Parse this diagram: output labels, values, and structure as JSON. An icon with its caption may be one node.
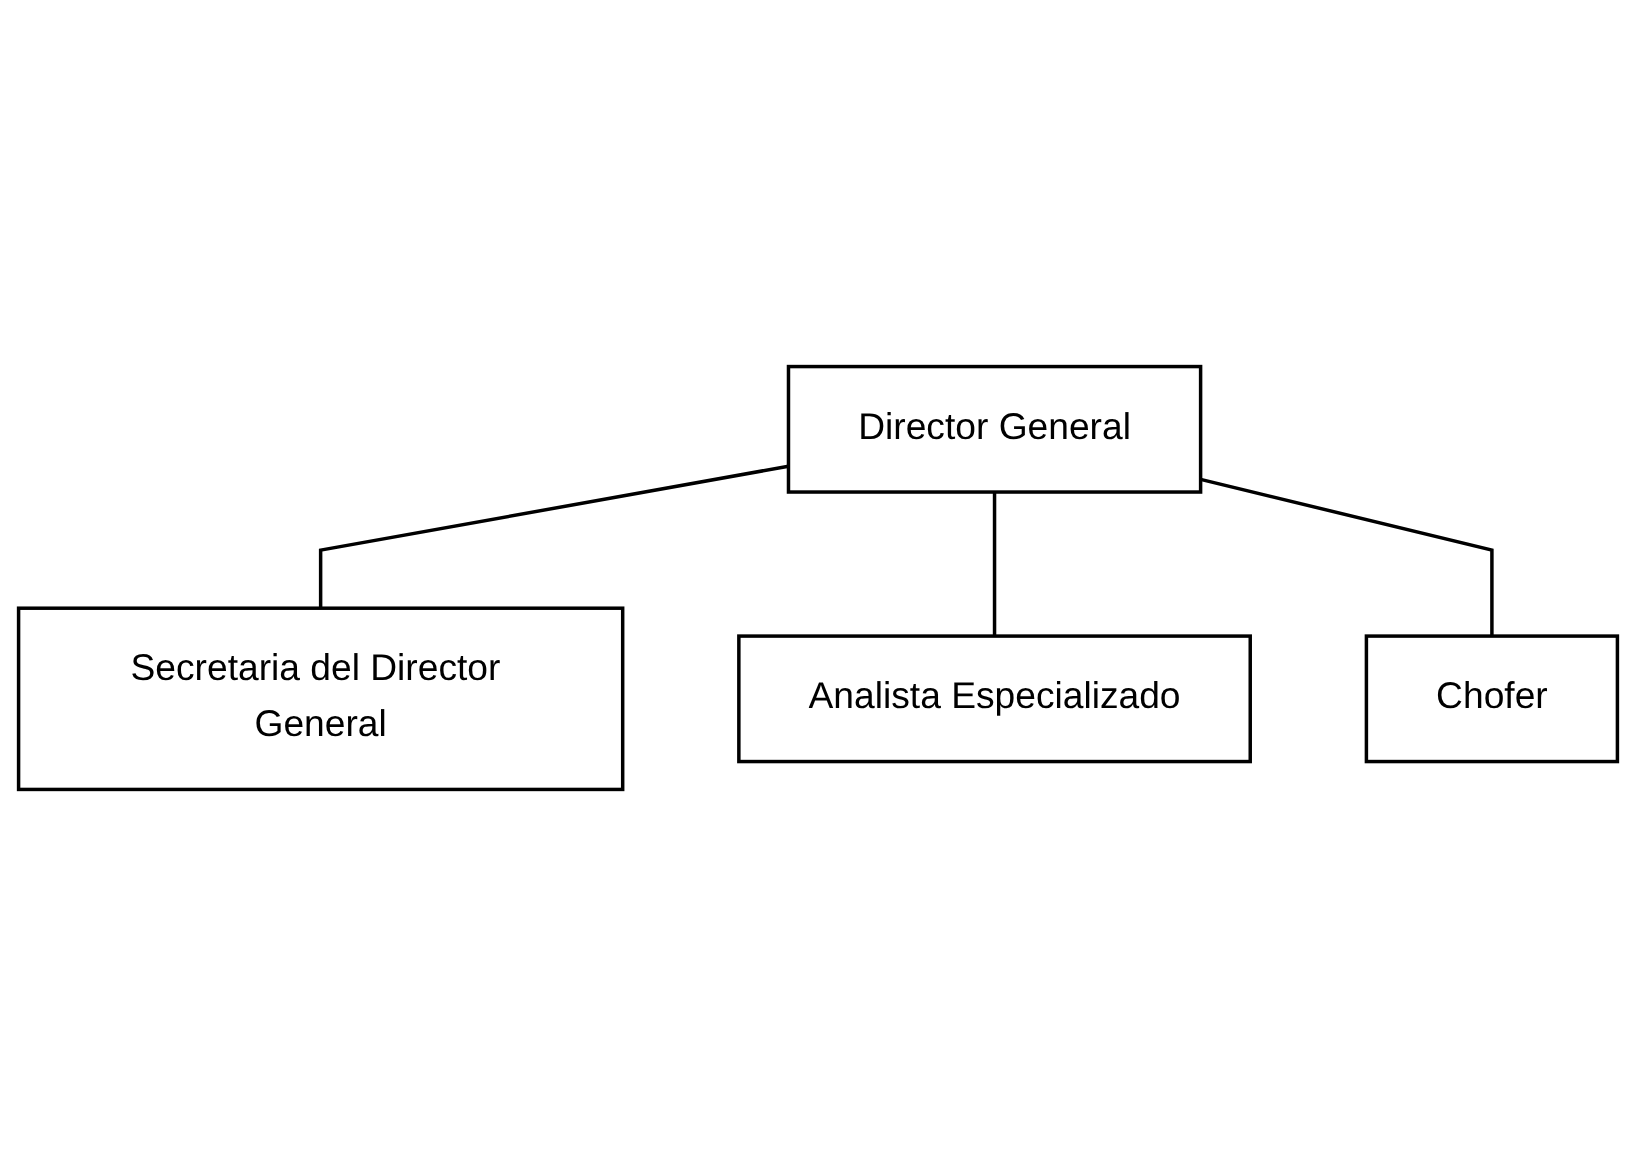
{
  "diagram": {
    "nodes": [
      {
        "text": [
          "Director General"
        ]
      },
      {
        "text": [
          "Secretaria del Director General"
        ]
      },
      {
        "text": [
          "Analista Especializado"
        ]
      },
      {
        "text": [
          "Chofer"
        ]
      }
    ],
    "edges": [
      {
        "from": 0,
        "to": 1,
        "arrow": "none"
      },
      {
        "from": 0,
        "to": 2,
        "arrow": "none"
      },
      {
        "from": 0,
        "to": 3,
        "arrow": "none"
      }
    ]
  }
}
